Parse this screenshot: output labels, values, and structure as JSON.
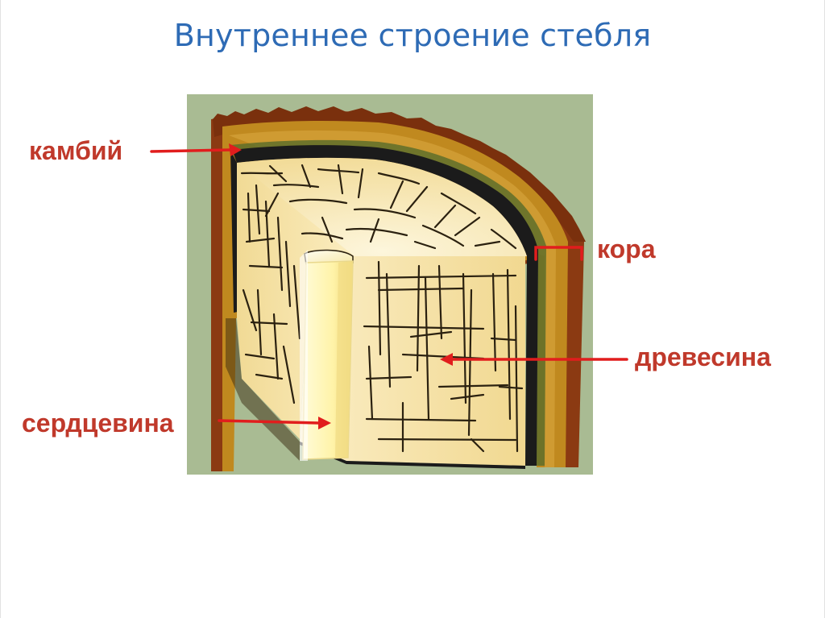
{
  "slide": {
    "title": "Внутреннее строение стебля"
  },
  "labels": {
    "cambium": "камбий",
    "bark": "кора",
    "wood": "древесина",
    "pith": "сердцевина"
  },
  "colors": {
    "title": "#2e6bb5",
    "label": "#c0392b",
    "arrow": "#e11d1d",
    "background_panel": "#a9bb93",
    "bark_outer": "#8b3a12",
    "bark_inner": "#c0891f",
    "cambium": "#1b1b1b",
    "wood": "#f3dfa0",
    "pith": "#fff6b8"
  }
}
